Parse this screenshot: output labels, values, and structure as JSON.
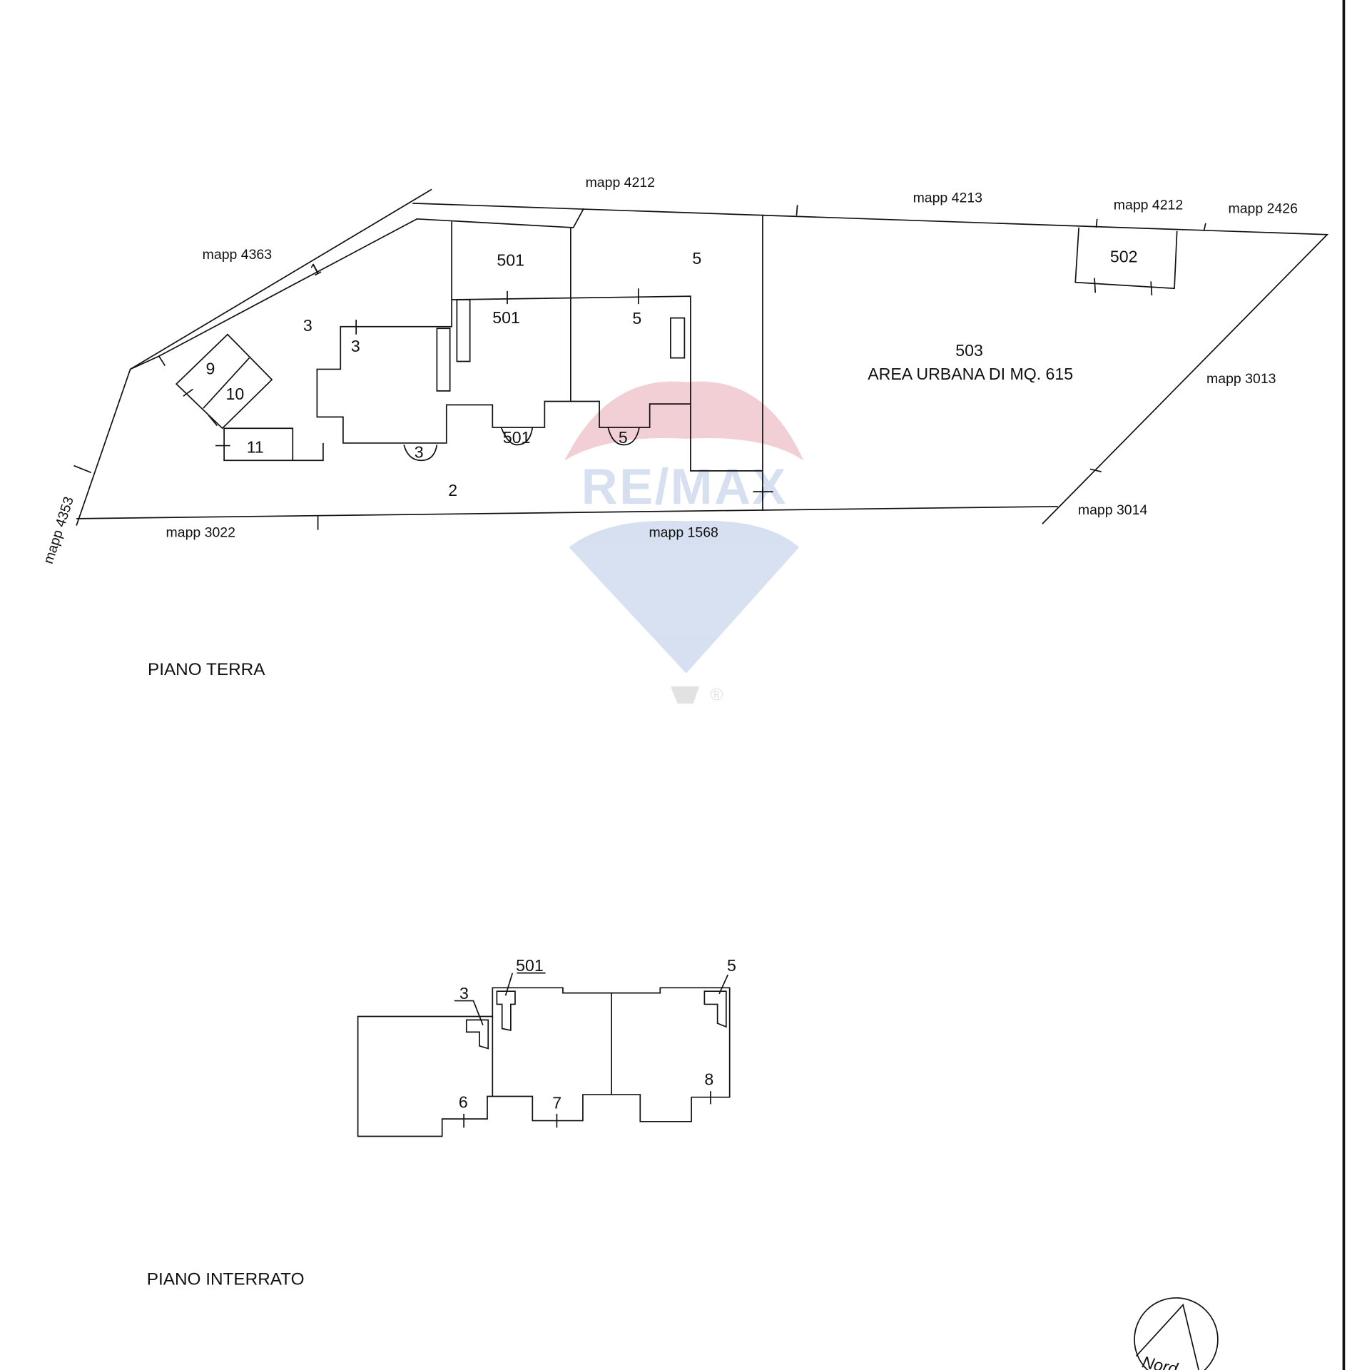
{
  "watermark": {
    "logo_text": "RE/MAX",
    "registered": "®",
    "red": "#e4a0a8",
    "blue": "#a9bde0"
  },
  "neighbours": {
    "m4212_a": "mapp 4212",
    "m4213": "mapp 4213",
    "m4212_b": "mapp 4212",
    "m2426": "mapp 2426",
    "m4363": "mapp 4363",
    "m3013": "mapp 3013",
    "m3014": "mapp 3014",
    "m1568": "mapp 1568",
    "m3022": "mapp 3022",
    "m4353": "mapp 4353"
  },
  "ground_floor": {
    "title": "PIANO TERRA",
    "labels": {
      "p1": "1",
      "p501_top": "501",
      "p5_top": "5",
      "p502": "502",
      "p3_yard": "3",
      "p3_house": "3",
      "p501_house": "501",
      "p5_house": "5",
      "p503": "503",
      "area": "AREA URBANA DI MQ. 615",
      "p9": "9",
      "p10": "10",
      "p11": "11",
      "p3_bay": "3",
      "p501_bay": "501",
      "p5_bay": "5",
      "p2": "2"
    }
  },
  "basement": {
    "title": "PIANO INTERRATO",
    "labels": {
      "p3": "3",
      "p501": "501",
      "p5": "5",
      "p6": "6",
      "p7": "7",
      "p8": "8"
    }
  },
  "compass": {
    "label": "Nord"
  }
}
